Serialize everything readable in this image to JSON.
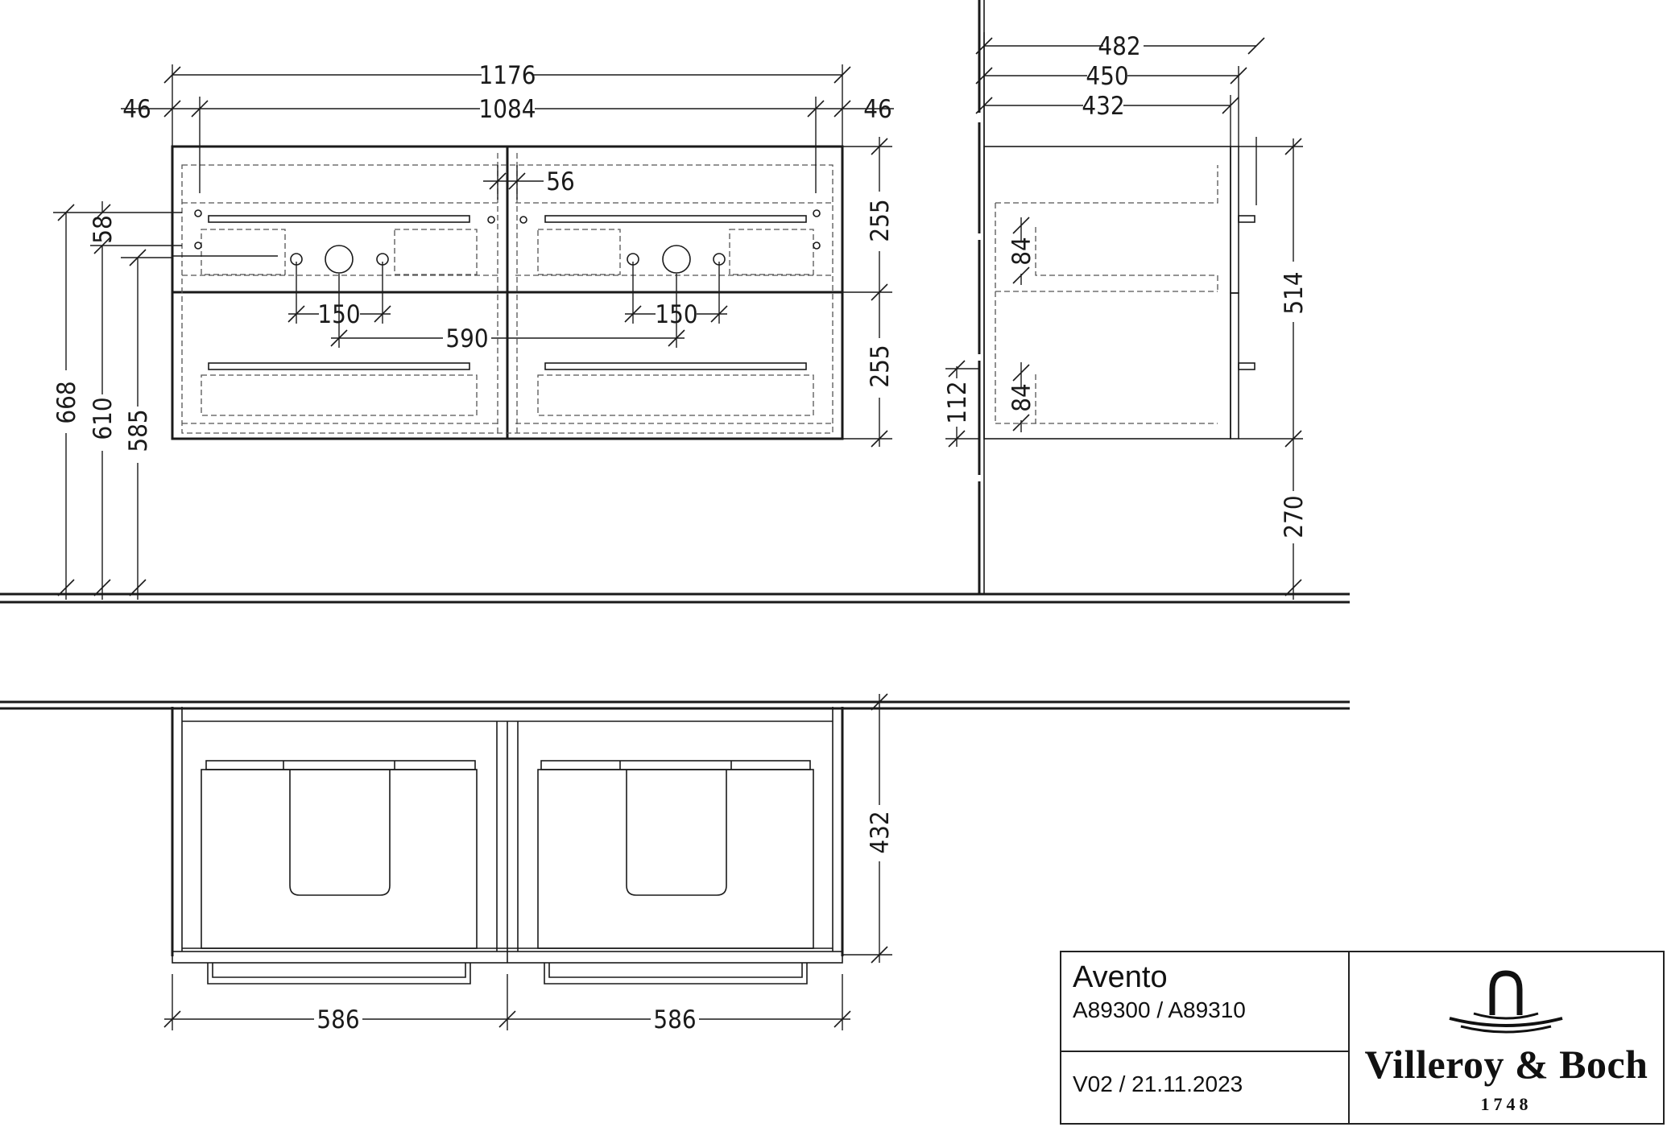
{
  "dimensions": {
    "total_width": "1176",
    "inner_width": "1084",
    "side_offset_left": "46",
    "side_offset_right": "46",
    "upper_drawer_height": "255",
    "lower_drawer_height": "255",
    "gap_56": "56",
    "hole_58": "58",
    "height_668": "668",
    "height_610": "610",
    "height_585": "585",
    "tap_spacing_left": "150",
    "tap_spacing_right": "150",
    "basin_spacing": "590",
    "depth_482": "482",
    "depth_450": "450",
    "depth_432": "432",
    "drawer_inset_top": "84",
    "drawer_inset_bottom": "84",
    "bottom_gap": "112",
    "cabinet_height": "514",
    "floor_clearance": "270",
    "plan_depth": "432",
    "plan_width_left": "586",
    "plan_width_right": "586"
  },
  "title_block": {
    "product": "Avento",
    "codes": "A89300 / A89310",
    "version": "V02 / 21.11.2023",
    "brand": "Villeroy & Boch",
    "year": "1748"
  }
}
